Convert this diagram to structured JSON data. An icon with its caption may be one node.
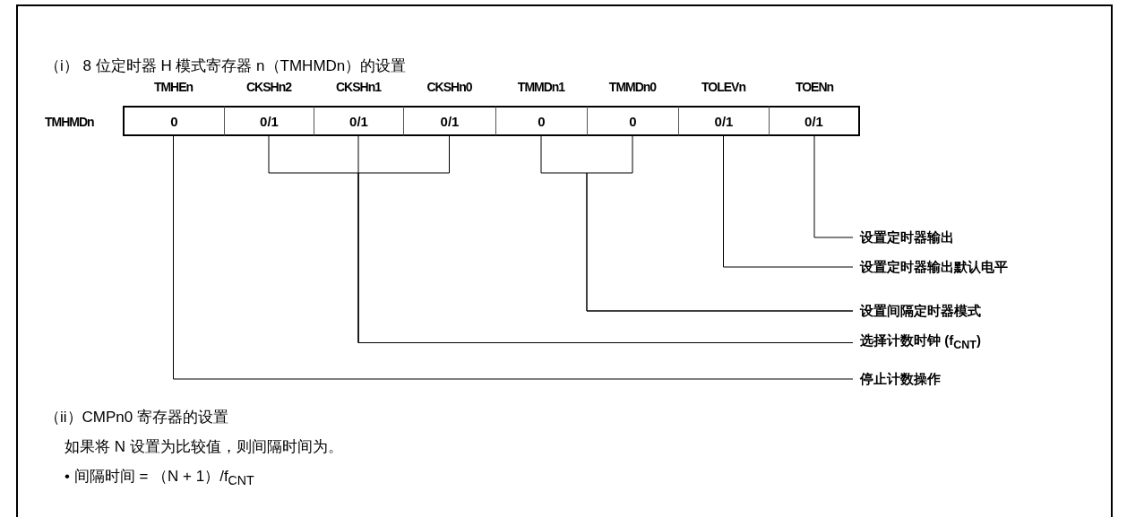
{
  "diagram": {
    "nodes": [
      {
        "text": [
          "TMHEn",
          "0"
        ]
      },
      {
        "text": [
          "CKSHn2",
          "0/1"
        ]
      },
      {
        "text": [
          "CKSHn1",
          "0/1"
        ]
      },
      {
        "text": [
          "CKSHn0",
          "0/1"
        ]
      },
      {
        "text": [
          "TMMDn1",
          "0"
        ]
      },
      {
        "text": [
          "TMMDn0",
          "0"
        ]
      },
      {
        "text": [
          "TOLEVn",
          "0/1"
        ]
      },
      {
        "text": [
          "TOENn",
          "0/1"
        ]
      },
      {
        "text": [
          "设置定时器输出"
        ]
      },
      {
        "text": [
          "设置定时器输出默认电平"
        ]
      },
      {
        "text": [
          "设置间隔定时器模式"
        ]
      },
      {
        "text": [
          "选择计数时钟 (f$_{CNT}$)"
        ]
      },
      {
        "text": [
          "停止计数操作"
        ]
      }
    ],
    "edges": [
      {
        "from": 7,
        "to": 8,
        "arrow": "none"
      },
      {
        "from": 6,
        "to": 9,
        "arrow": "none"
      },
      {
        "from": 4,
        "to": 10,
        "arrow": "none"
      },
      {
        "from": 5,
        "to": 10,
        "arrow": "none"
      },
      {
        "from": 1,
        "to": 11,
        "arrow": "none"
      },
      {
        "from": 2,
        "to": 11,
        "arrow": "none"
      },
      {
        "from": 3,
        "to": 11,
        "arrow": "none"
      },
      {
        "from": 0,
        "to": 12,
        "arrow": "none"
      }
    ],
    "labels": [
      "（i） 8 位定时器 H 模式寄存器 n（TMHMDn）的设置",
      "TMHMDn",
      "（ii）CMPn0 寄存器的设置",
      "如果将 N 设置为比较值，则间隔时间为。",
      "• 间隔时间 = （N + 1）/f$_{CNT}$"
    ]
  }
}
